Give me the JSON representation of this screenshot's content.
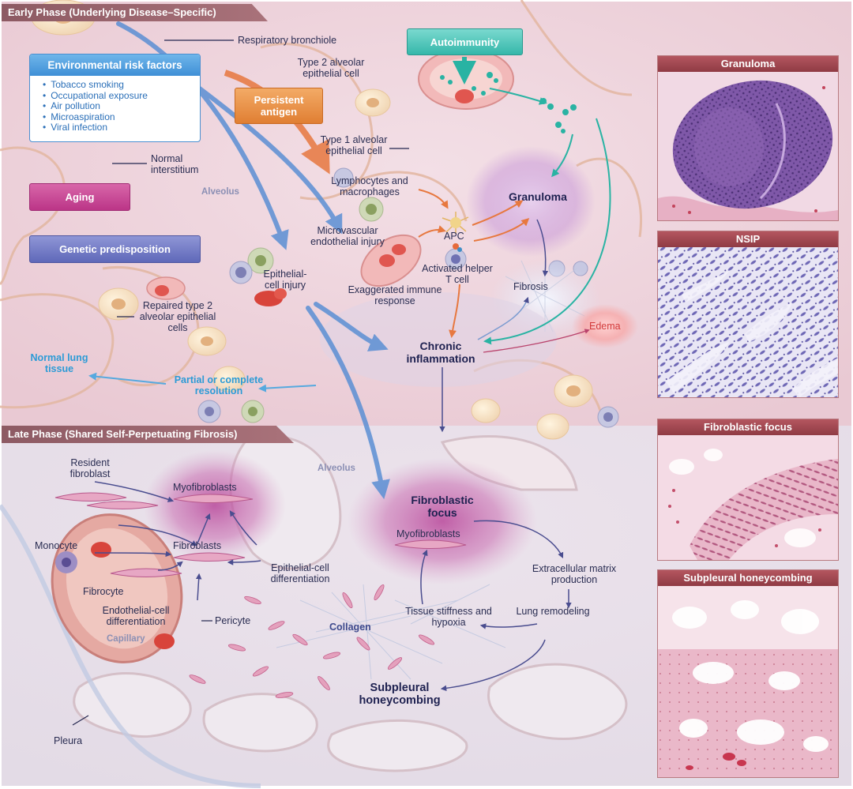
{
  "phases": {
    "early": "Early Phase (Underlying Disease–Specific)",
    "late": "Late Phase (Shared Self-Perpetuating Fibrosis)"
  },
  "risk_factors": {
    "title": "Environmental risk factors",
    "items": [
      "Tobacco smoking",
      "Occupational exposure",
      "Air pollution",
      "Microaspiration",
      "Viral infection"
    ]
  },
  "causes": {
    "autoimmunity": "Autoimmunity",
    "persistent_antigen": "Persistent antigen",
    "aging": "Aging",
    "genetic": "Genetic predisposition"
  },
  "early_labels": {
    "respiratory_bronchiole": "Respiratory bronchiole",
    "type2_cell": "Type 2 alveolar epithelial cell",
    "type1_cell": "Type 1 alveolar epithelial cell",
    "normal_interstitium": "Normal interstitium",
    "alveolus": "Alveolus",
    "lymphocytes": "Lymphocytes and macrophages",
    "microvascular": "Microvascular endothelial injury",
    "apc": "APC",
    "activated_t": "Activated helper T cell",
    "epithelial_injury": "Epithelial-cell injury",
    "exaggerated": "Exaggerated immune response",
    "repaired": "Repaired type 2 alveolar epithelial cells",
    "granuloma": "Granuloma",
    "fibrosis": "Fibrosis",
    "edema": "Edema",
    "chronic": "Chronic inflammation",
    "normal_tissue": "Normal lung tissue",
    "resolution": "Partial or complete resolution"
  },
  "late_labels": {
    "resident": "Resident fibroblast",
    "myofibroblasts": "Myofibroblasts",
    "alveolus": "Alveolus",
    "monocyte": "Monocyte",
    "fibroblasts": "Fibroblasts",
    "fibrocyte": "Fibrocyte",
    "epi_diff": "Epithelial-cell differentiation",
    "endo_diff": "Endothelial-cell differentiation",
    "capillary": "Capillary",
    "pericyte": "Pericyte",
    "collagen": "Collagen",
    "fibro_focus": "Fibroblastic focus",
    "focus_myofibroblasts": "Myofibroblasts",
    "extracellular": "Extracellular matrix production",
    "tissue": "Tissue stiffness and hypoxia",
    "lung_remodeling": "Lung remodeling",
    "honeycombing": "Subpleural honeycombing",
    "pleura": "Pleura"
  },
  "panels": [
    "Granuloma",
    "NSIP",
    "Fibroblastic focus",
    "Subpleural honeycombing"
  ],
  "colors": {
    "phase_bar": "#8d5a63",
    "aging": "#c83f93",
    "genetic": "#6973c2",
    "autoimmunity": "#3fbfb3",
    "persistent_antigen": "#e58a3e",
    "blue_arrow": "#5b8fd4",
    "teal_arrow": "#29b3a3",
    "orange_arrow": "#e7783f",
    "navy_arrow": "#4a4d8f",
    "panel_header": "#9f4650"
  },
  "icons": {
    "granuloma_panel": "histology-granuloma-image",
    "nsip_panel": "histology-nsip-image",
    "fibroblastic_panel": "histology-fibroblastic-image",
    "honeycomb_panel": "histology-honeycomb-image"
  }
}
